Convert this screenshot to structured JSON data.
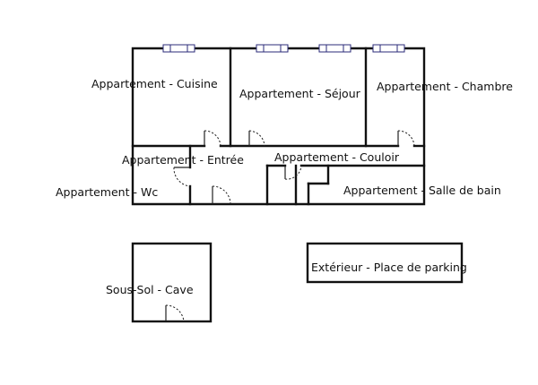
{
  "rooms": {
    "cuisine": "Appartement - Cuisine",
    "sejour": "Appartement - Séjour",
    "chambre": "Appartement - Chambre",
    "entree": "Appartement - Entrée",
    "couloir": "Appartement - Couloir",
    "wc": "Appartement - Wc",
    "salle_de_bain": "Appartement - Salle de bain",
    "cave": "Sous-Sol - Cave",
    "parking": "Extérieur - Place de parking"
  },
  "colors": {
    "walls": "#111111",
    "windows": "#2b2b7a",
    "background": "#ffffff"
  }
}
